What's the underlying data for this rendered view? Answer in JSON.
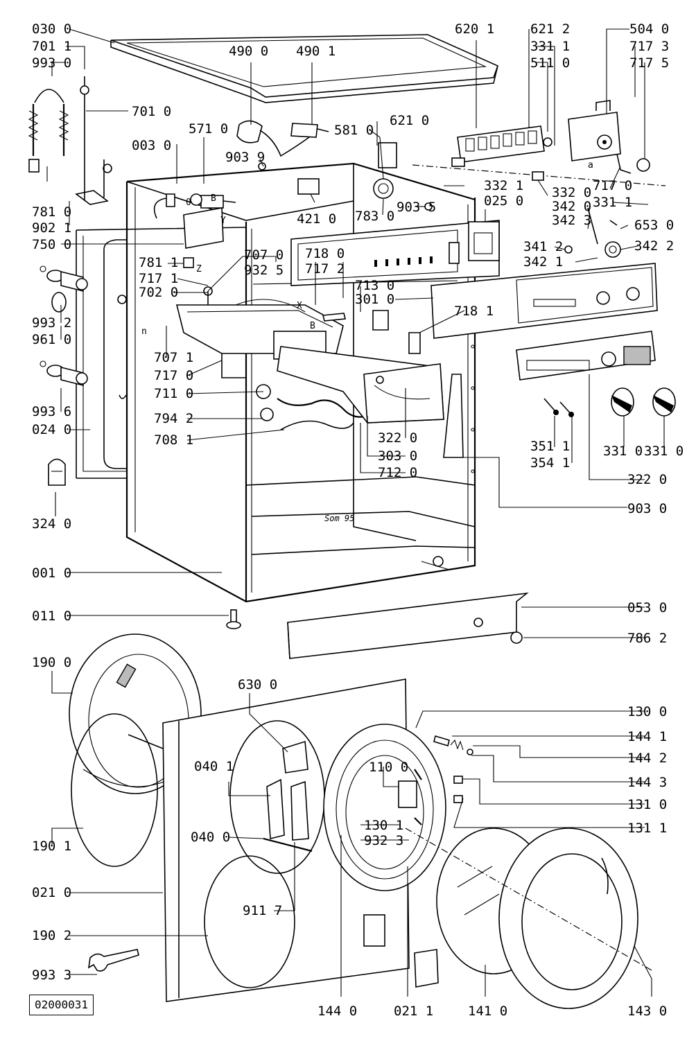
{
  "diagram_ref": "02000031",
  "drum_inscription": "Som 95",
  "labels": {
    "p030_0": "030 0",
    "p701_1": "701 1",
    "p993_0": "993 0",
    "p490_0": "490 0",
    "p490_1": "490 1",
    "p620_1": "620 1",
    "p621_2": "621 2",
    "p331_1a": "331 1",
    "p511_0": "511 0",
    "p504_0": "504 0",
    "p717_3": "717 3",
    "p717_5": "717 5",
    "p701_0": "701 0",
    "p571_0": "571 0",
    "p003_0": "003 0",
    "p581_0": "581 0",
    "p621_0": "621 0",
    "p903_9": "903 9",
    "p332_1": "332 1",
    "p025_0": "025 0",
    "p332_0": "332 0",
    "p717_0": "717 0",
    "p331_1b": "331 1",
    "p342_0": "342 0",
    "p342_3": "342 3",
    "p653_0": "653 0",
    "p342_2": "342 2",
    "p341_2": "341 2",
    "p342_1": "342 1",
    "p781_0": "781 0",
    "p902_1": "902 1",
    "p421_0": "421 0",
    "p783_0": "783 0",
    "p903_5": "903 5",
    "p750_0": "750 0",
    "p781_1": "781 1",
    "p707_0": "707 0",
    "p932_5": "932 5",
    "p718_0": "718 0",
    "p717_2": "717 2",
    "p717_1": "717 1",
    "p702_0": "702 0",
    "p993_2": "993 2",
    "p961_0": "961 0",
    "p713_0": "713 0",
    "p301_0": "301 0",
    "p718_1": "718 1",
    "p707_1": "707 1",
    "p717_0b": "717 0",
    "p711_0": "711 0",
    "p993_6": "993 6",
    "p024_0": "024 0",
    "p794_2": "794 2",
    "p708_1": "708 1",
    "p322_0a": "322 0",
    "p303_0": "303 0",
    "p712_0": "712 0",
    "p351_1": "351 1",
    "p354_1": "354 1",
    "p331_0a": "331 0",
    "p331_0b": "331 0",
    "p322_0b": "322 0",
    "p324_0": "324 0",
    "p903_0": "903 0",
    "p001_0": "001 0",
    "p011_0": "011 0",
    "p053_0": "053 0",
    "p786_2": "786 2",
    "p190_0": "190 0",
    "p630_0": "630 0",
    "p130_0": "130 0",
    "p144_1": "144 1",
    "p144_2": "144 2",
    "p110_0": "110 0",
    "p144_3": "144 3",
    "p040_1": "040 1",
    "p131_0": "131 0",
    "p131_1": "131 1",
    "p130_1": "130 1",
    "p932_3": "932 3",
    "p040_0": "040 0",
    "p190_1": "190 1",
    "p021_0": "021 0",
    "p911_7": "911 7",
    "p190_2": "190 2",
    "p993_3": "993 3",
    "p144_0": "144 0",
    "p021_1": "021 1",
    "p141_0": "141 0",
    "p143_0": "143 0"
  },
  "marks": {
    "mark_n": "n",
    "mark_x": "X",
    "mark_b": "B",
    "mark_z": "Z",
    "mark_y": "Y",
    "mark_b2": "B",
    "mark_a": "a",
    "mark_0": "0"
  }
}
